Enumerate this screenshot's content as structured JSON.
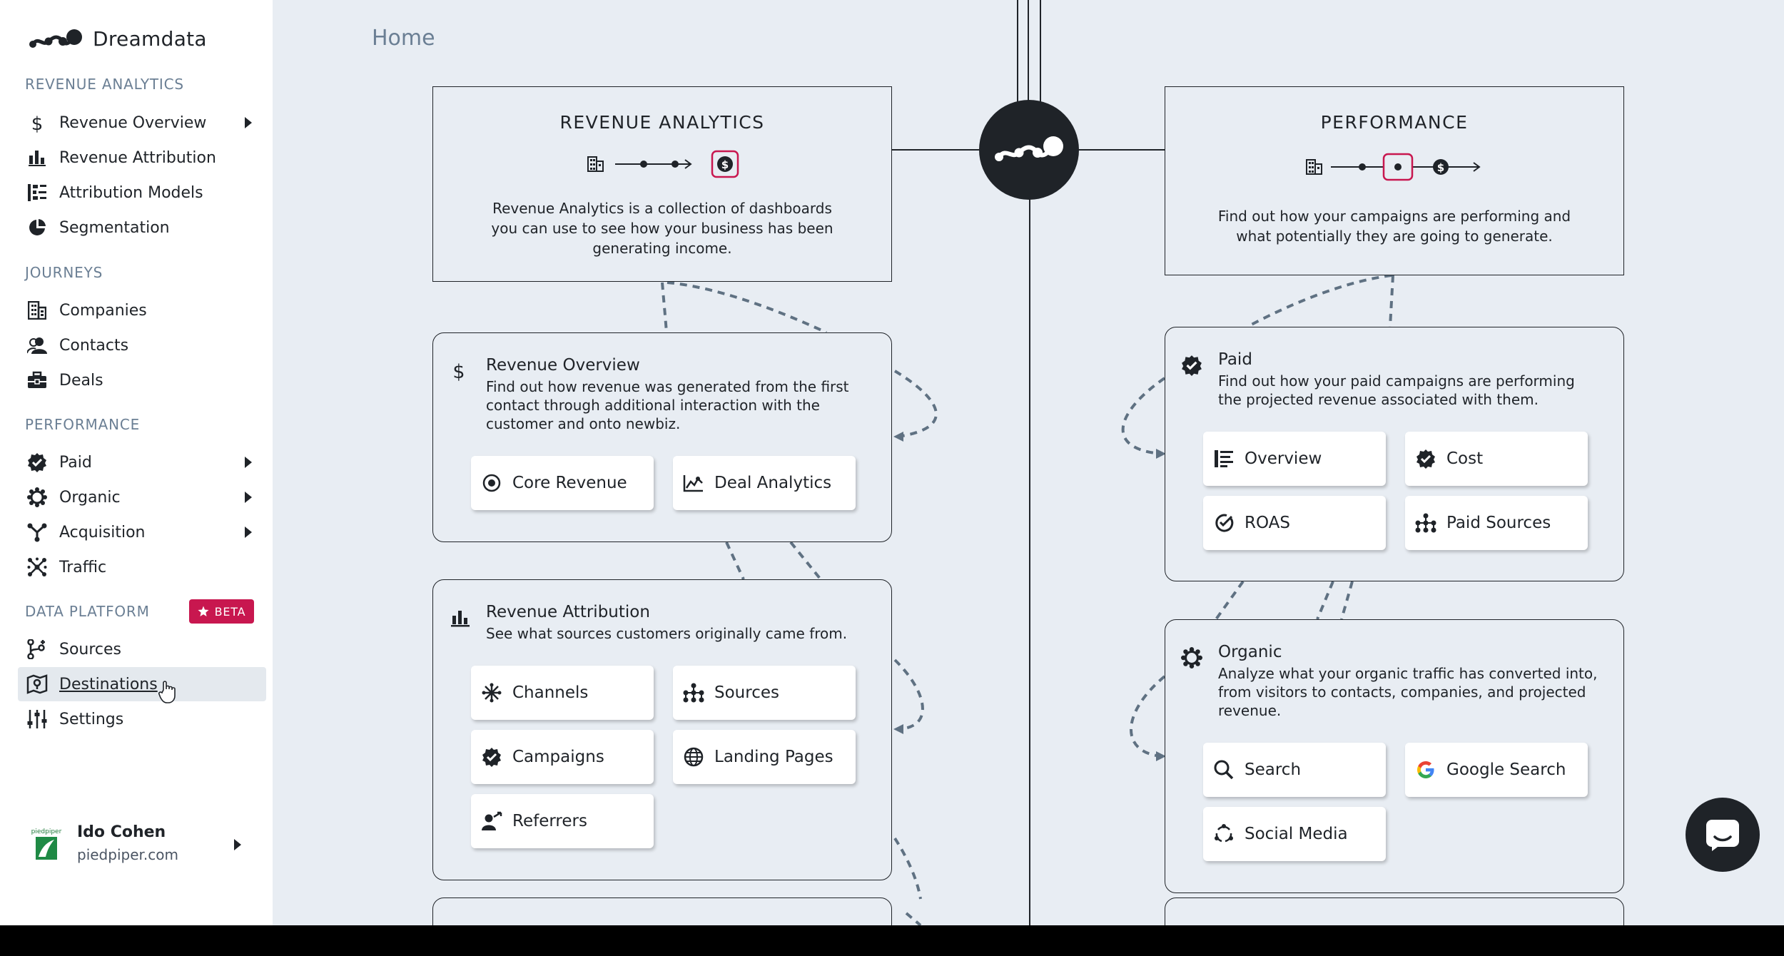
{
  "brand": {
    "name": "Dreamdata"
  },
  "sidebar": {
    "sections": [
      {
        "label": "REVENUE ANALYTICS",
        "items": [
          {
            "label": "Revenue Overview",
            "icon": "dollar-icon",
            "caret": true
          },
          {
            "label": "Revenue Attribution",
            "icon": "bar-chart-icon"
          },
          {
            "label": "Attribution Models",
            "icon": "model-icon"
          },
          {
            "label": "Segmentation",
            "icon": "pie-icon"
          }
        ]
      },
      {
        "label": "JOURNEYS",
        "items": [
          {
            "label": "Companies",
            "icon": "building-icon"
          },
          {
            "label": "Contacts",
            "icon": "contacts-icon"
          },
          {
            "label": "Deals",
            "icon": "briefcase-icon"
          }
        ]
      },
      {
        "label": "PERFORMANCE",
        "items": [
          {
            "label": "Paid",
            "icon": "check-badge-icon",
            "caret": true
          },
          {
            "label": "Organic",
            "icon": "organic-icon",
            "caret": true
          },
          {
            "label": "Acquisition",
            "icon": "acquisition-icon",
            "caret": true
          },
          {
            "label": "Traffic",
            "icon": "traffic-icon"
          }
        ]
      },
      {
        "label": "DATA PLATFORM",
        "badge": "BETA",
        "items": [
          {
            "label": "Sources",
            "icon": "sources-icon"
          },
          {
            "label": "Destinations",
            "icon": "destinations-icon",
            "active": true
          },
          {
            "label": "Settings",
            "icon": "sliders-icon"
          }
        ]
      }
    ]
  },
  "user": {
    "name": "Ido Cohen",
    "org": "piedpiper.com",
    "avatar_text": "piedpiper"
  },
  "main": {
    "title": "Home",
    "revenue_analytics": {
      "title": "REVENUE ANALYTICS",
      "description": [
        "Revenue Analytics is a collection of dashboards",
        "you can use to see how your business has been",
        "generating income."
      ]
    },
    "performance": {
      "title": "PERFORMANCE",
      "description": [
        "Find out how your campaigns are performing and",
        "what potentially they are going to generate."
      ]
    },
    "revenue_overview": {
      "title": "Revenue Overview",
      "description": [
        "Find out how revenue was generated from the first",
        "contact through additional interaction with the",
        "customer and onto newbiz."
      ],
      "tiles": [
        "Core Revenue",
        "Deal Analytics"
      ]
    },
    "revenue_attribution": {
      "title": "Revenue Attribution",
      "description": [
        "See what sources customers originally came from."
      ],
      "tiles": [
        "Channels",
        "Sources",
        "Campaigns",
        "Landing Pages",
        "Referrers"
      ]
    },
    "paid": {
      "title": "Paid",
      "description": [
        "Find out how your paid campaigns are performing",
        "the projected revenue associated with them."
      ],
      "tiles": [
        "Overview",
        "Cost",
        "ROAS",
        "Paid Sources"
      ]
    },
    "organic": {
      "title": "Organic",
      "description": [
        "Analyze what your organic traffic has converted into,",
        "from visitors to contacts, companies, and projected",
        "revenue."
      ],
      "tiles": [
        "Search",
        "Google Search",
        "Social Media"
      ]
    }
  },
  "colors": {
    "accent": "#c8174f",
    "dark": "#1f2328",
    "muted": "#6b7f94",
    "background": "#e8edf3"
  }
}
